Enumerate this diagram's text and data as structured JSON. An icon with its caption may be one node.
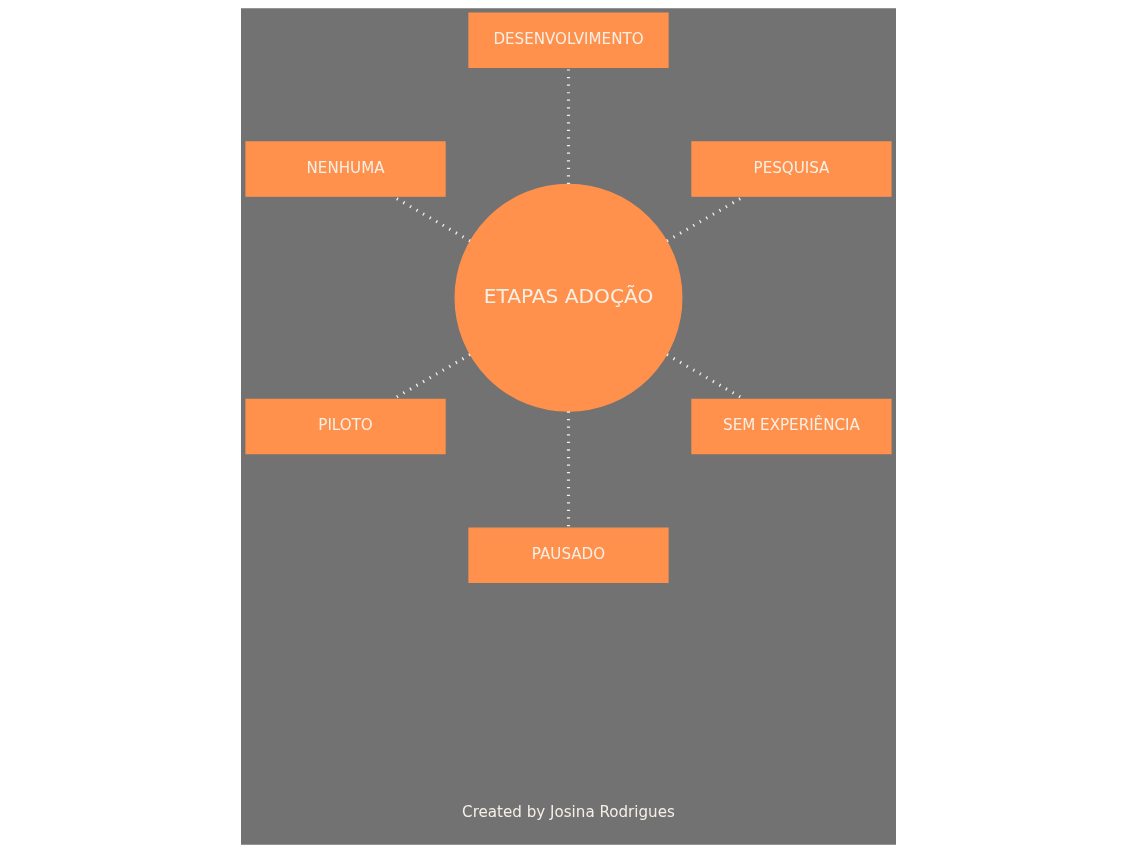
{
  "diagram": {
    "nodes": [
      {
        "text": [
          "ETAPAS ADOÇÃO"
        ]
      },
      {
        "text": [
          "PESQUISA"
        ]
      },
      {
        "text": [
          "DESENVOLVIMENTO"
        ]
      },
      {
        "text": [
          "NENHUMA"
        ]
      },
      {
        "text": [
          "PILOTO"
        ]
      },
      {
        "text": [
          "PAUSADO"
        ]
      },
      {
        "text": [
          "SEM EXPERIÊNCIA"
        ]
      }
    ],
    "edges": [
      {
        "from": 0,
        "to": 1,
        "arrow": "none",
        "style": "dashed"
      },
      {
        "from": 0,
        "to": 2,
        "arrow": "none",
        "style": "dashed"
      },
      {
        "from": 0,
        "to": 3,
        "arrow": "none",
        "style": "dashed"
      },
      {
        "from": 0,
        "to": 4,
        "arrow": "none",
        "style": "dashed"
      },
      {
        "from": 0,
        "to": 5,
        "arrow": "none",
        "style": "dashed"
      },
      {
        "from": 0,
        "to": 6,
        "arrow": "none",
        "style": "dashed"
      }
    ],
    "labels": [
      "Created by Josina Rodrigues"
    ]
  }
}
